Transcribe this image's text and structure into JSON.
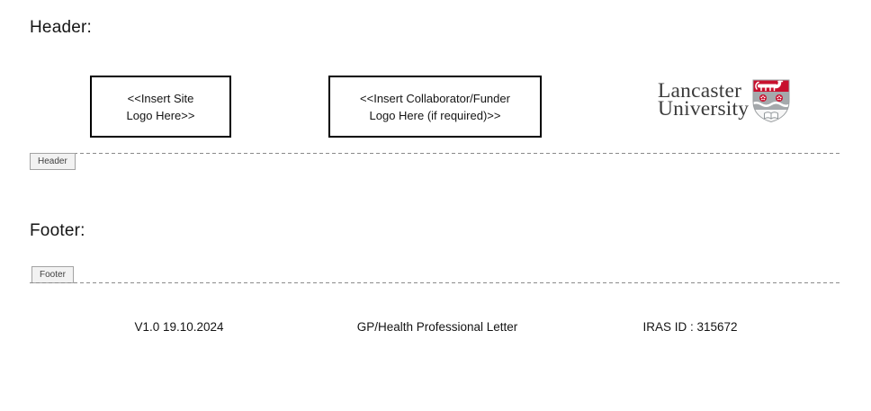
{
  "header_section": {
    "title": "Header:",
    "tab_label": "Header",
    "site_logo_placeholder": "<<Insert Site\nLogo Here>>",
    "collaborator_logo_placeholder": "<<Insert Collaborator/Funder\nLogo Here (if required)>>",
    "logo": {
      "name": "Lancaster University",
      "text": "Lancaster\nUniversity"
    }
  },
  "footer_section": {
    "title": "Footer:",
    "tab_label": "Footer",
    "items": [
      "V1.0 19.10.2024",
      "GP/Health Professional Letter",
      "IRAS ID : 315672"
    ]
  },
  "colors": {
    "lancaster_red": "#c8102e",
    "shield_gray": "#a5a9ac",
    "boundary_line_gray": "#8a8a8a"
  }
}
